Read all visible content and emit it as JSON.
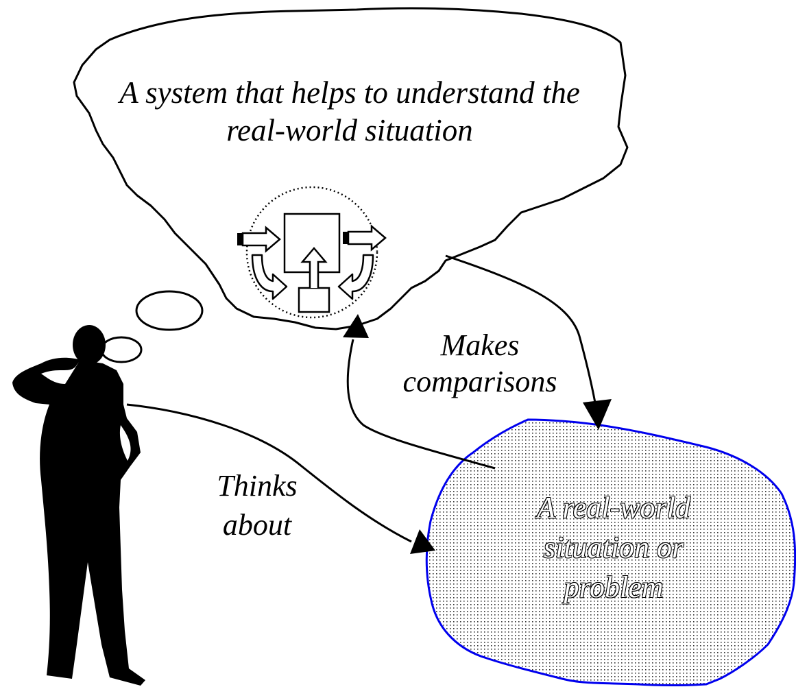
{
  "thought_bubble": {
    "line1": "A system that helps to understand the",
    "line2": "real-world situation"
  },
  "arrows": {
    "makes_line1": "Makes",
    "makes_line2": "comparisons",
    "thinks_line1": "Thinks",
    "thinks_line2": "about"
  },
  "situation": {
    "line1": "A real-world",
    "line2": "situation or",
    "line3": "problem"
  },
  "colors": {
    "outline": "#000000",
    "situation_border": "#0000ee",
    "dots": "#333333"
  },
  "icons": [
    "system-diagram-icon",
    "person-silhouette-icon"
  ]
}
